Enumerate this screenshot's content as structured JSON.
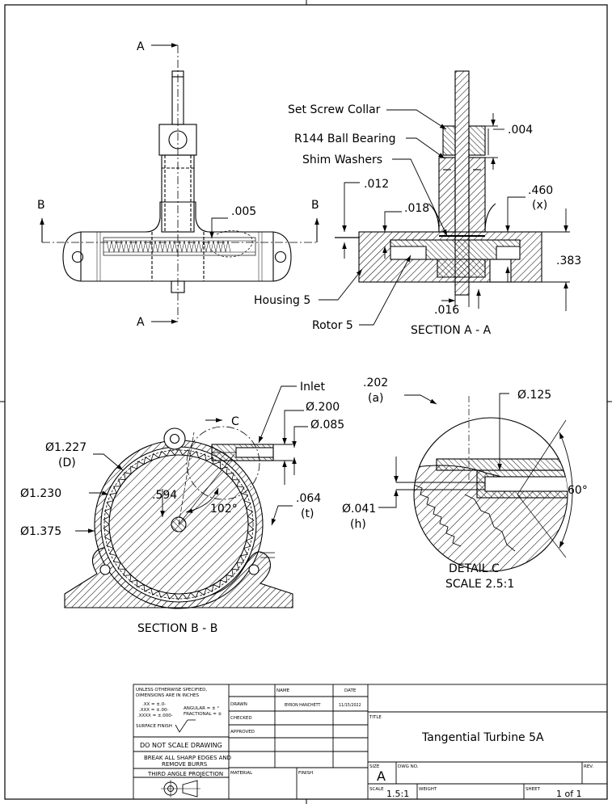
{
  "views": {
    "front": {
      "section_a_top": "A",
      "section_a_bottom": "A",
      "section_b_left": "B",
      "section_b_right": "B",
      "dim_005": ".005"
    },
    "section_aa": {
      "title": "SECTION A - A",
      "set_screw_collar": "Set Screw Collar",
      "ball_bearing": "R144 Ball Bearing",
      "shim_washers": "Shim Washers",
      "housing": "Housing 5",
      "rotor": "Rotor 5",
      "dim_004": ".004",
      "dim_012": ".012",
      "dim_018": ".018",
      "dim_460": ".460",
      "dim_460_note": "(x)",
      "dim_383": ".383",
      "dim_016": ".016"
    },
    "section_bb": {
      "title": "SECTION B - B",
      "inlet": "Inlet",
      "dia_200": "Ø.200",
      "dia_085": "Ø.085",
      "dia_1227": "Ø1.227",
      "dia_1227_note": "(D)",
      "dia_1230": "Ø1.230",
      "dia_1375": "Ø1.375",
      "dim_594": ".594",
      "angle_102": "102°",
      "dim_064": ".064",
      "dim_064_note": "(t)",
      "detail_marker": "C"
    },
    "detail_c": {
      "title": "DETAIL C",
      "scale": "SCALE 2.5:1",
      "dim_202": ".202",
      "dim_202_note": "(a)",
      "dia_125": "Ø.125",
      "dia_041": "Ø.041",
      "dia_041_note": "(h)",
      "angle_60": "60°"
    }
  },
  "title_block": {
    "tolerance_note_1": "UNLESS OTHERWISE SPECIFIED,",
    "tolerance_note_2": "DIMENSIONS ARE IN INCHES",
    "tol_x": ".XX = ±.0-",
    "tol_xx": ".XXX = ±.00-",
    "tol_xxx": ".XXXX = ±.000-",
    "tol_angular": "ANGULAR = ± °",
    "tol_fractional": "FRACTIONAL = ±",
    "surface_finish": "SURFACE FINISH",
    "do_not_scale": "DO NOT SCALE DRAWING",
    "break_edges_1": "BREAK ALL SHARP EDGES AND",
    "break_edges_2": "REMOVE BURRS",
    "third_angle": "THIRD ANGLE PROJECTION",
    "col_name": "NAME",
    "col_date": "DATE",
    "row_drawn": "DRAWN",
    "row_checked": "CHECKED",
    "row_approved": "APPROVED",
    "drawn_name": "BYRON HANCHETT",
    "drawn_date": "11/15/2022",
    "material_label": "MATERIAL",
    "finish_label": "FINISH",
    "title_label": "TITLE",
    "title": "Tangential Turbine 5A",
    "size_label": "SIZE",
    "size": "A",
    "dwg_no_label": "DWG NO.",
    "rev_label": "REV.",
    "scale_label": "SCALE",
    "scale": "1.5:1",
    "weight_label": "WEIGHT",
    "sheet_label": "SHEET",
    "sheet": "1 of 1"
  }
}
